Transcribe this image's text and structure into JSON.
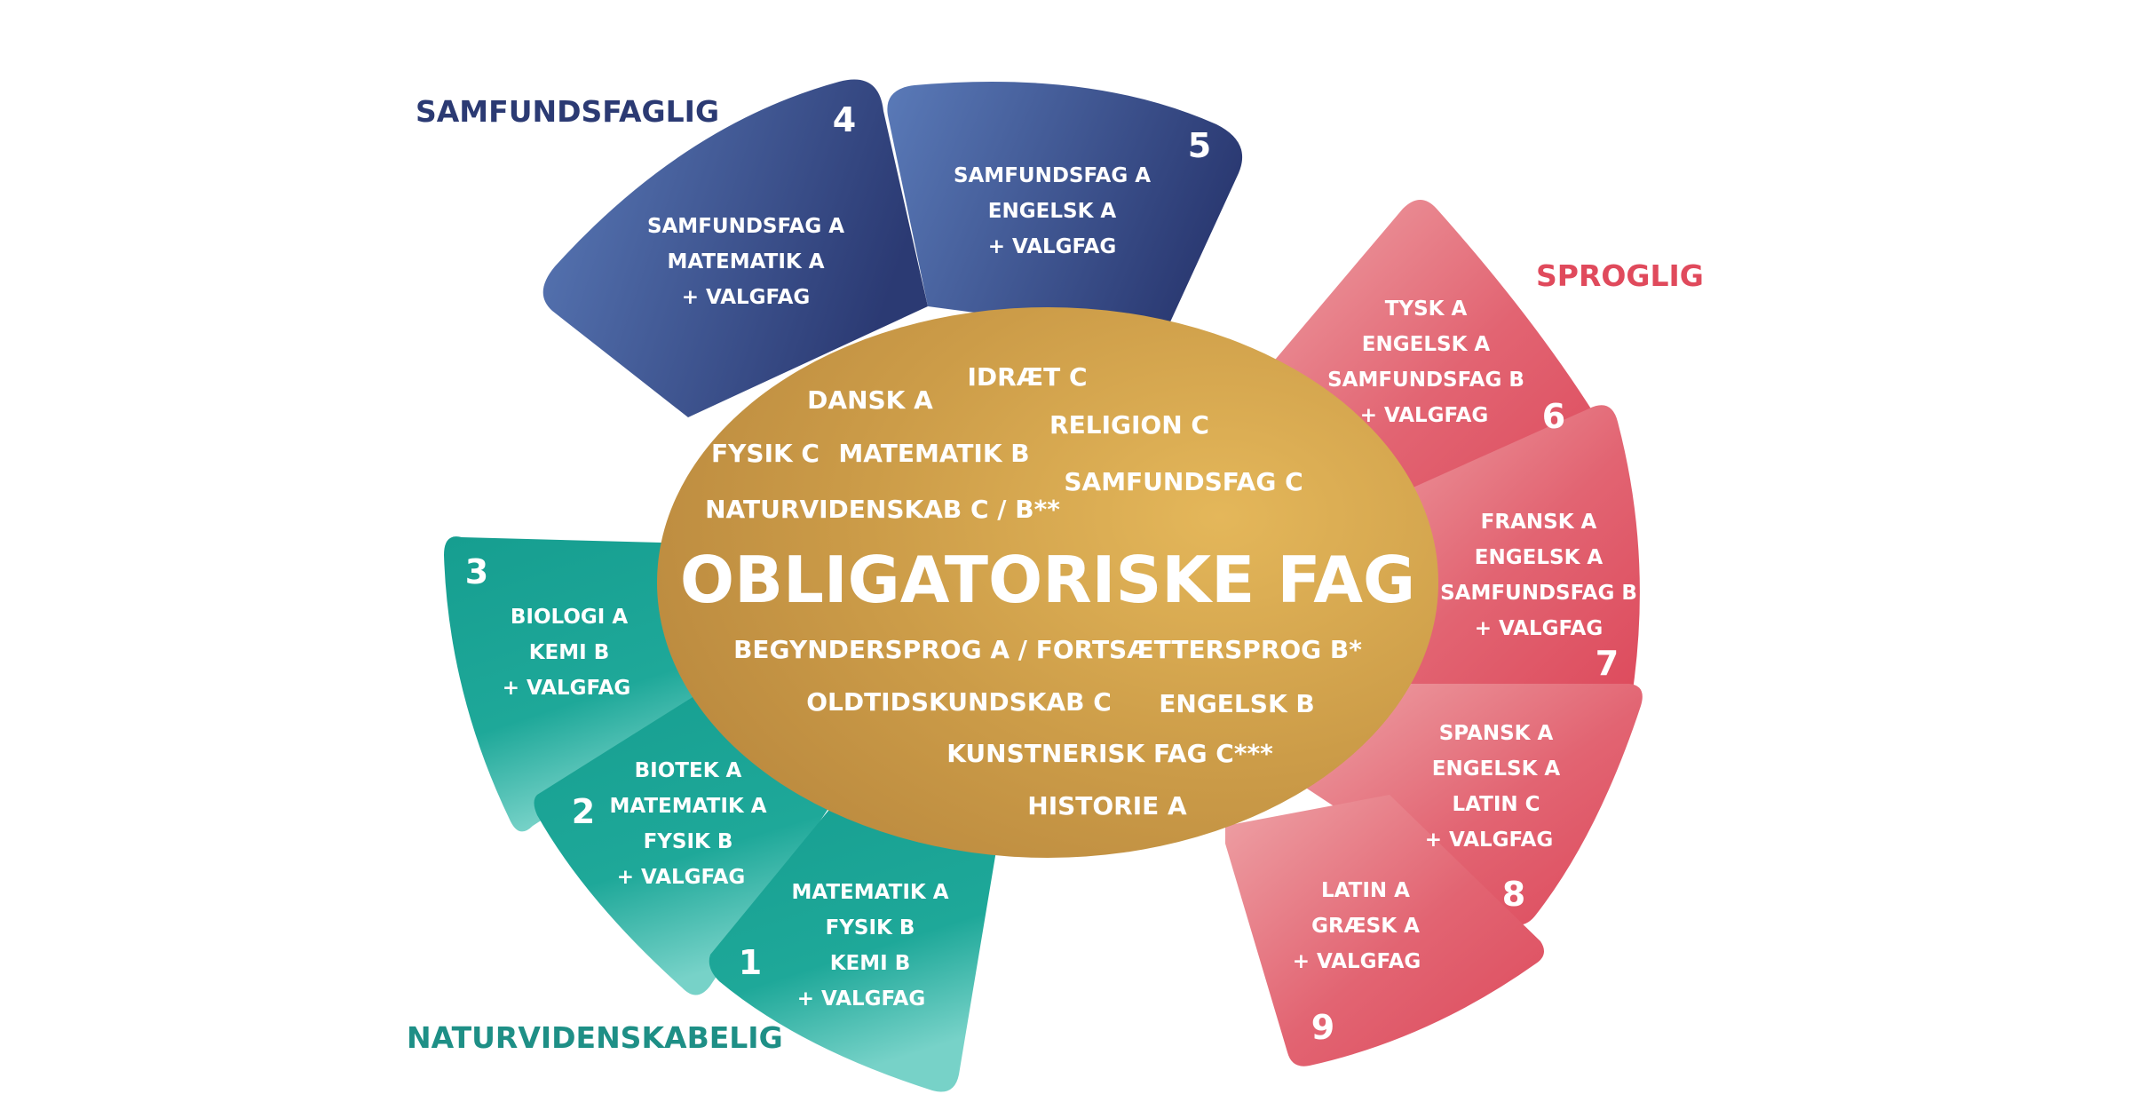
{
  "colors": {
    "samfund_dark": "#2b3a73",
    "samfund_light": "#5a7ab8",
    "natur": "#1ea899",
    "natur_light": "#6ccfc3",
    "sprog": "#e05565",
    "sprog_light": "#eea2a6",
    "center": "#c99a45",
    "center_light": "#e2b65a",
    "group_samfund": "#2b3a73",
    "group_natur": "#1e8f86",
    "group_sprog": "#e04a5c"
  },
  "groups": {
    "samfund": "SAMFUNDSFAGLIG",
    "natur": "NATURVIDENSKABELIG",
    "sprog": "SPROGLIG"
  },
  "center": {
    "title": "OBLIGATORISKE FAG",
    "subjects": {
      "idraet": "IDRÆT C",
      "dansk": "DANSK A",
      "religion": "RELIGION C",
      "fysik": "FYSIK C",
      "matematik": "MATEMATIK B",
      "samfundsfag": "SAMFUNDSFAG C",
      "naturvidenskab": "NATURVIDENSKAB C / B**",
      "sprog": "BEGYNDERSPROG A / FORTSÆTTERSPROG B*",
      "oldtid": "OLDTIDSKUNDSKAB C",
      "engelsk": "ENGELSK B",
      "kunst": "KUNSTNERISK FAG C***",
      "historie": "HISTORIE A"
    }
  },
  "petals": [
    {
      "number": "1",
      "lines": [
        "MATEMATIK A",
        "FYSIK B",
        "KEMI B",
        "+ VALGFAG"
      ]
    },
    {
      "number": "2",
      "lines": [
        "BIOTEK A",
        "MATEMATIK A",
        "FYSIK B",
        "+ VALGFAG"
      ]
    },
    {
      "number": "3",
      "lines": [
        "BIOLOGI A",
        "KEMI B",
        "+ VALGFAG"
      ]
    },
    {
      "number": "4",
      "lines": [
        "SAMFUNDSFAG A",
        "MATEMATIK A",
        "+ VALGFAG"
      ]
    },
    {
      "number": "5",
      "lines": [
        "SAMFUNDSFAG A",
        "ENGELSK A",
        "+ VALGFAG"
      ]
    },
    {
      "number": "6",
      "lines": [
        "TYSK A",
        "ENGELSK A",
        "SAMFUNDSFAG B",
        "+ VALGFAG"
      ]
    },
    {
      "number": "7",
      "lines": [
        "FRANSK A",
        "ENGELSK A",
        "SAMFUNDSFAG B",
        "+ VALGFAG"
      ]
    },
    {
      "number": "8",
      "lines": [
        "SPANSK A",
        "ENGELSK A",
        "LATIN C",
        "+ VALGFAG"
      ]
    },
    {
      "number": "9",
      "lines": [
        "LATIN A",
        "GRÆSK A",
        "+ VALGFAG"
      ]
    }
  ]
}
